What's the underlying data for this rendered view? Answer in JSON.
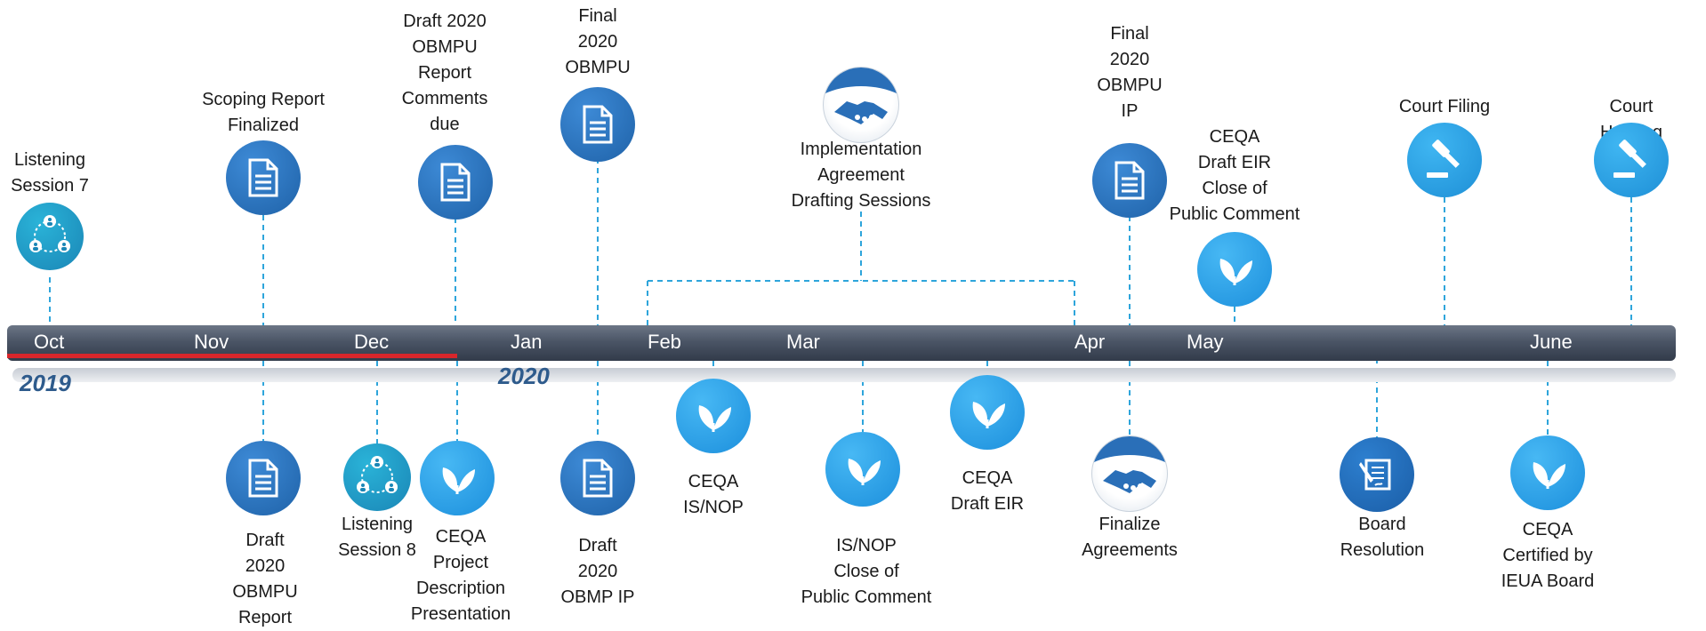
{
  "timeline": {
    "months": [
      "Oct",
      "Nov",
      "Dec",
      "Jan",
      "Feb",
      "Mar",
      "Apr",
      "May",
      "June"
    ],
    "years": [
      "2019",
      "2020"
    ]
  },
  "events_above": [
    {
      "label": "Listening\nSession 7",
      "icon": "people-circle-icon"
    },
    {
      "label": "Scoping Report\nFinalized",
      "icon": "document-icon"
    },
    {
      "label": "Draft 2020\nOBMPU\nReport\nComments\ndue",
      "icon": "document-icon"
    },
    {
      "label": "Final\n2020\nOBMPU",
      "icon": "document-icon"
    },
    {
      "label": "Implementation\nAgreement\nDrafting Sessions",
      "icon": "handshake-icon"
    },
    {
      "label": "Final\n2020\nOBMPU\nIP",
      "icon": "document-icon"
    },
    {
      "label": "CEQA\nDraft EIR\nClose of\nPublic Comment",
      "icon": "leaf-icon"
    },
    {
      "label": "Court Filing",
      "icon": "gavel-icon"
    },
    {
      "label": "Court Hearing",
      "icon": "gavel-icon"
    }
  ],
  "events_below": [
    {
      "label": "Draft\n2020\nOBMPU\nReport",
      "icon": "document-icon"
    },
    {
      "label": "Listening\nSession 8",
      "icon": "people-circle-icon"
    },
    {
      "label": "CEQA\nProject\nDescription\nPresentation",
      "icon": "leaf-icon"
    },
    {
      "label": "Draft\n2020\nOBMP IP",
      "icon": "document-icon"
    },
    {
      "label": "CEQA\nIS/NOP",
      "icon": "leaf-icon"
    },
    {
      "label": "IS/NOP\nClose of\nPublic Comment",
      "icon": "leaf-icon"
    },
    {
      "label": "CEQA\nDraft EIR",
      "icon": "leaf-icon"
    },
    {
      "label": "Finalize\nAgreements",
      "icon": "handshake-icon"
    },
    {
      "label": "Board\nResolution",
      "icon": "signed-document-icon"
    },
    {
      "label": "CEQA\nCertified by\nIEUA Board",
      "icon": "leaf-icon"
    }
  ],
  "colors": {
    "timeline_bar": "#4b5566",
    "elapsed_line": "#d8262b",
    "connector": "#2ea5db",
    "year_text": "#2e5b8c",
    "document": "#1f62a8",
    "leaf": "#1c8fdc"
  }
}
